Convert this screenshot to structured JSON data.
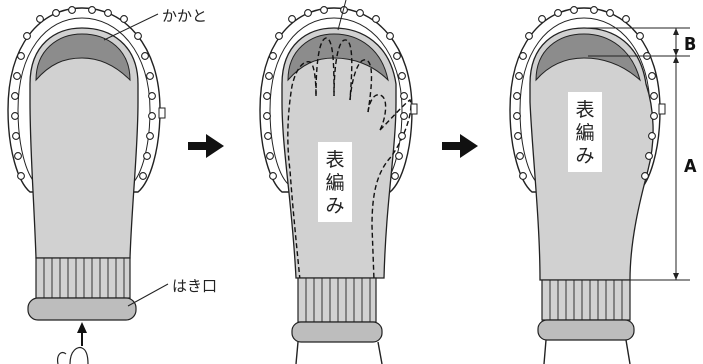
{
  "labels": {
    "heel": "かかと",
    "opening": "はき口",
    "dim_a": "A",
    "dim_b": "B"
  },
  "panels": [
    {
      "id": "before-knit",
      "surface_text": ""
    },
    {
      "id": "during-knit",
      "surface_text": "表編み"
    },
    {
      "id": "after-knit",
      "surface_text": "表編み"
    }
  ],
  "colors": {
    "sock_fill": "#d1d1d1",
    "heel_fill": "#8c8c8c",
    "ring_fill": "#ffffff",
    "outline": "#222222"
  }
}
